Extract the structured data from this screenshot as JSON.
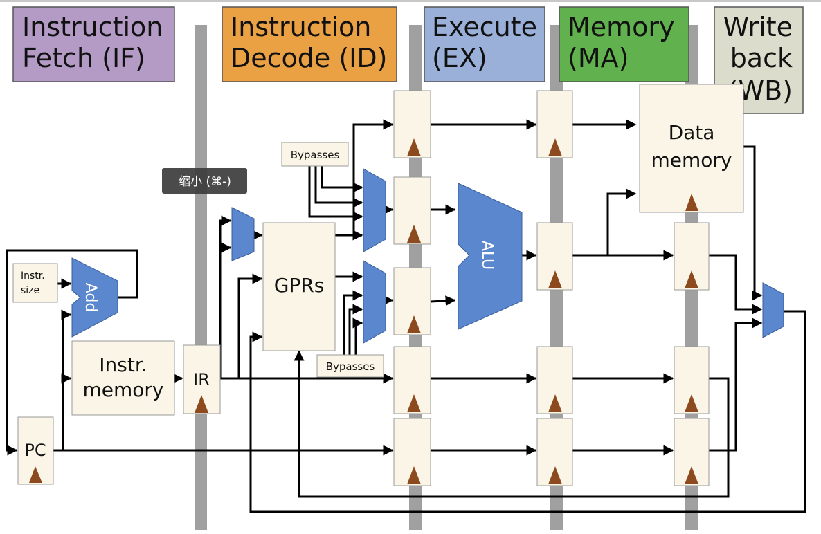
{
  "stages": {
    "if": {
      "label_line1": "Instruction",
      "label_line2": "Fetch (IF)",
      "color": "#b39bc6"
    },
    "id": {
      "label_line1": "Instruction",
      "label_line2": "Decode (ID)",
      "color": "#e9a144"
    },
    "ex": {
      "label_line1": "Execute",
      "label_line2": "(EX)",
      "color": "#9ab0d9"
    },
    "ma": {
      "label_line1": "Memory",
      "label_line2": "(MA)",
      "color": "#62b14f"
    },
    "wb": {
      "label_line1": "Write",
      "label_line2": "back",
      "label_line3": "(WB)",
      "color": "#dcdccc"
    }
  },
  "tooltip": {
    "text": "缩小 (⌘-)"
  },
  "blocks": {
    "instr_size": {
      "line1": "Instr.",
      "line2": "size"
    },
    "adder": {
      "label": "Add"
    },
    "instr_memory": {
      "line1": "Instr.",
      "line2": "memory"
    },
    "ir": {
      "label": "IR"
    },
    "pc": {
      "label": "PC"
    },
    "gprs": {
      "label": "GPRs"
    },
    "bypasses_top": {
      "label": "Bypasses"
    },
    "bypasses_bottom": {
      "label": "Bypasses"
    },
    "alu": {
      "label": "ALU"
    },
    "data_memory": {
      "line1": "Data",
      "line2": "memory"
    }
  },
  "colors": {
    "block_fill": "#faf5e6",
    "mux_fill": "#5b87cf",
    "clock_triangle": "#8c4a1e",
    "pipeline_bar": "#a0a0a0",
    "wire": "#000000"
  }
}
